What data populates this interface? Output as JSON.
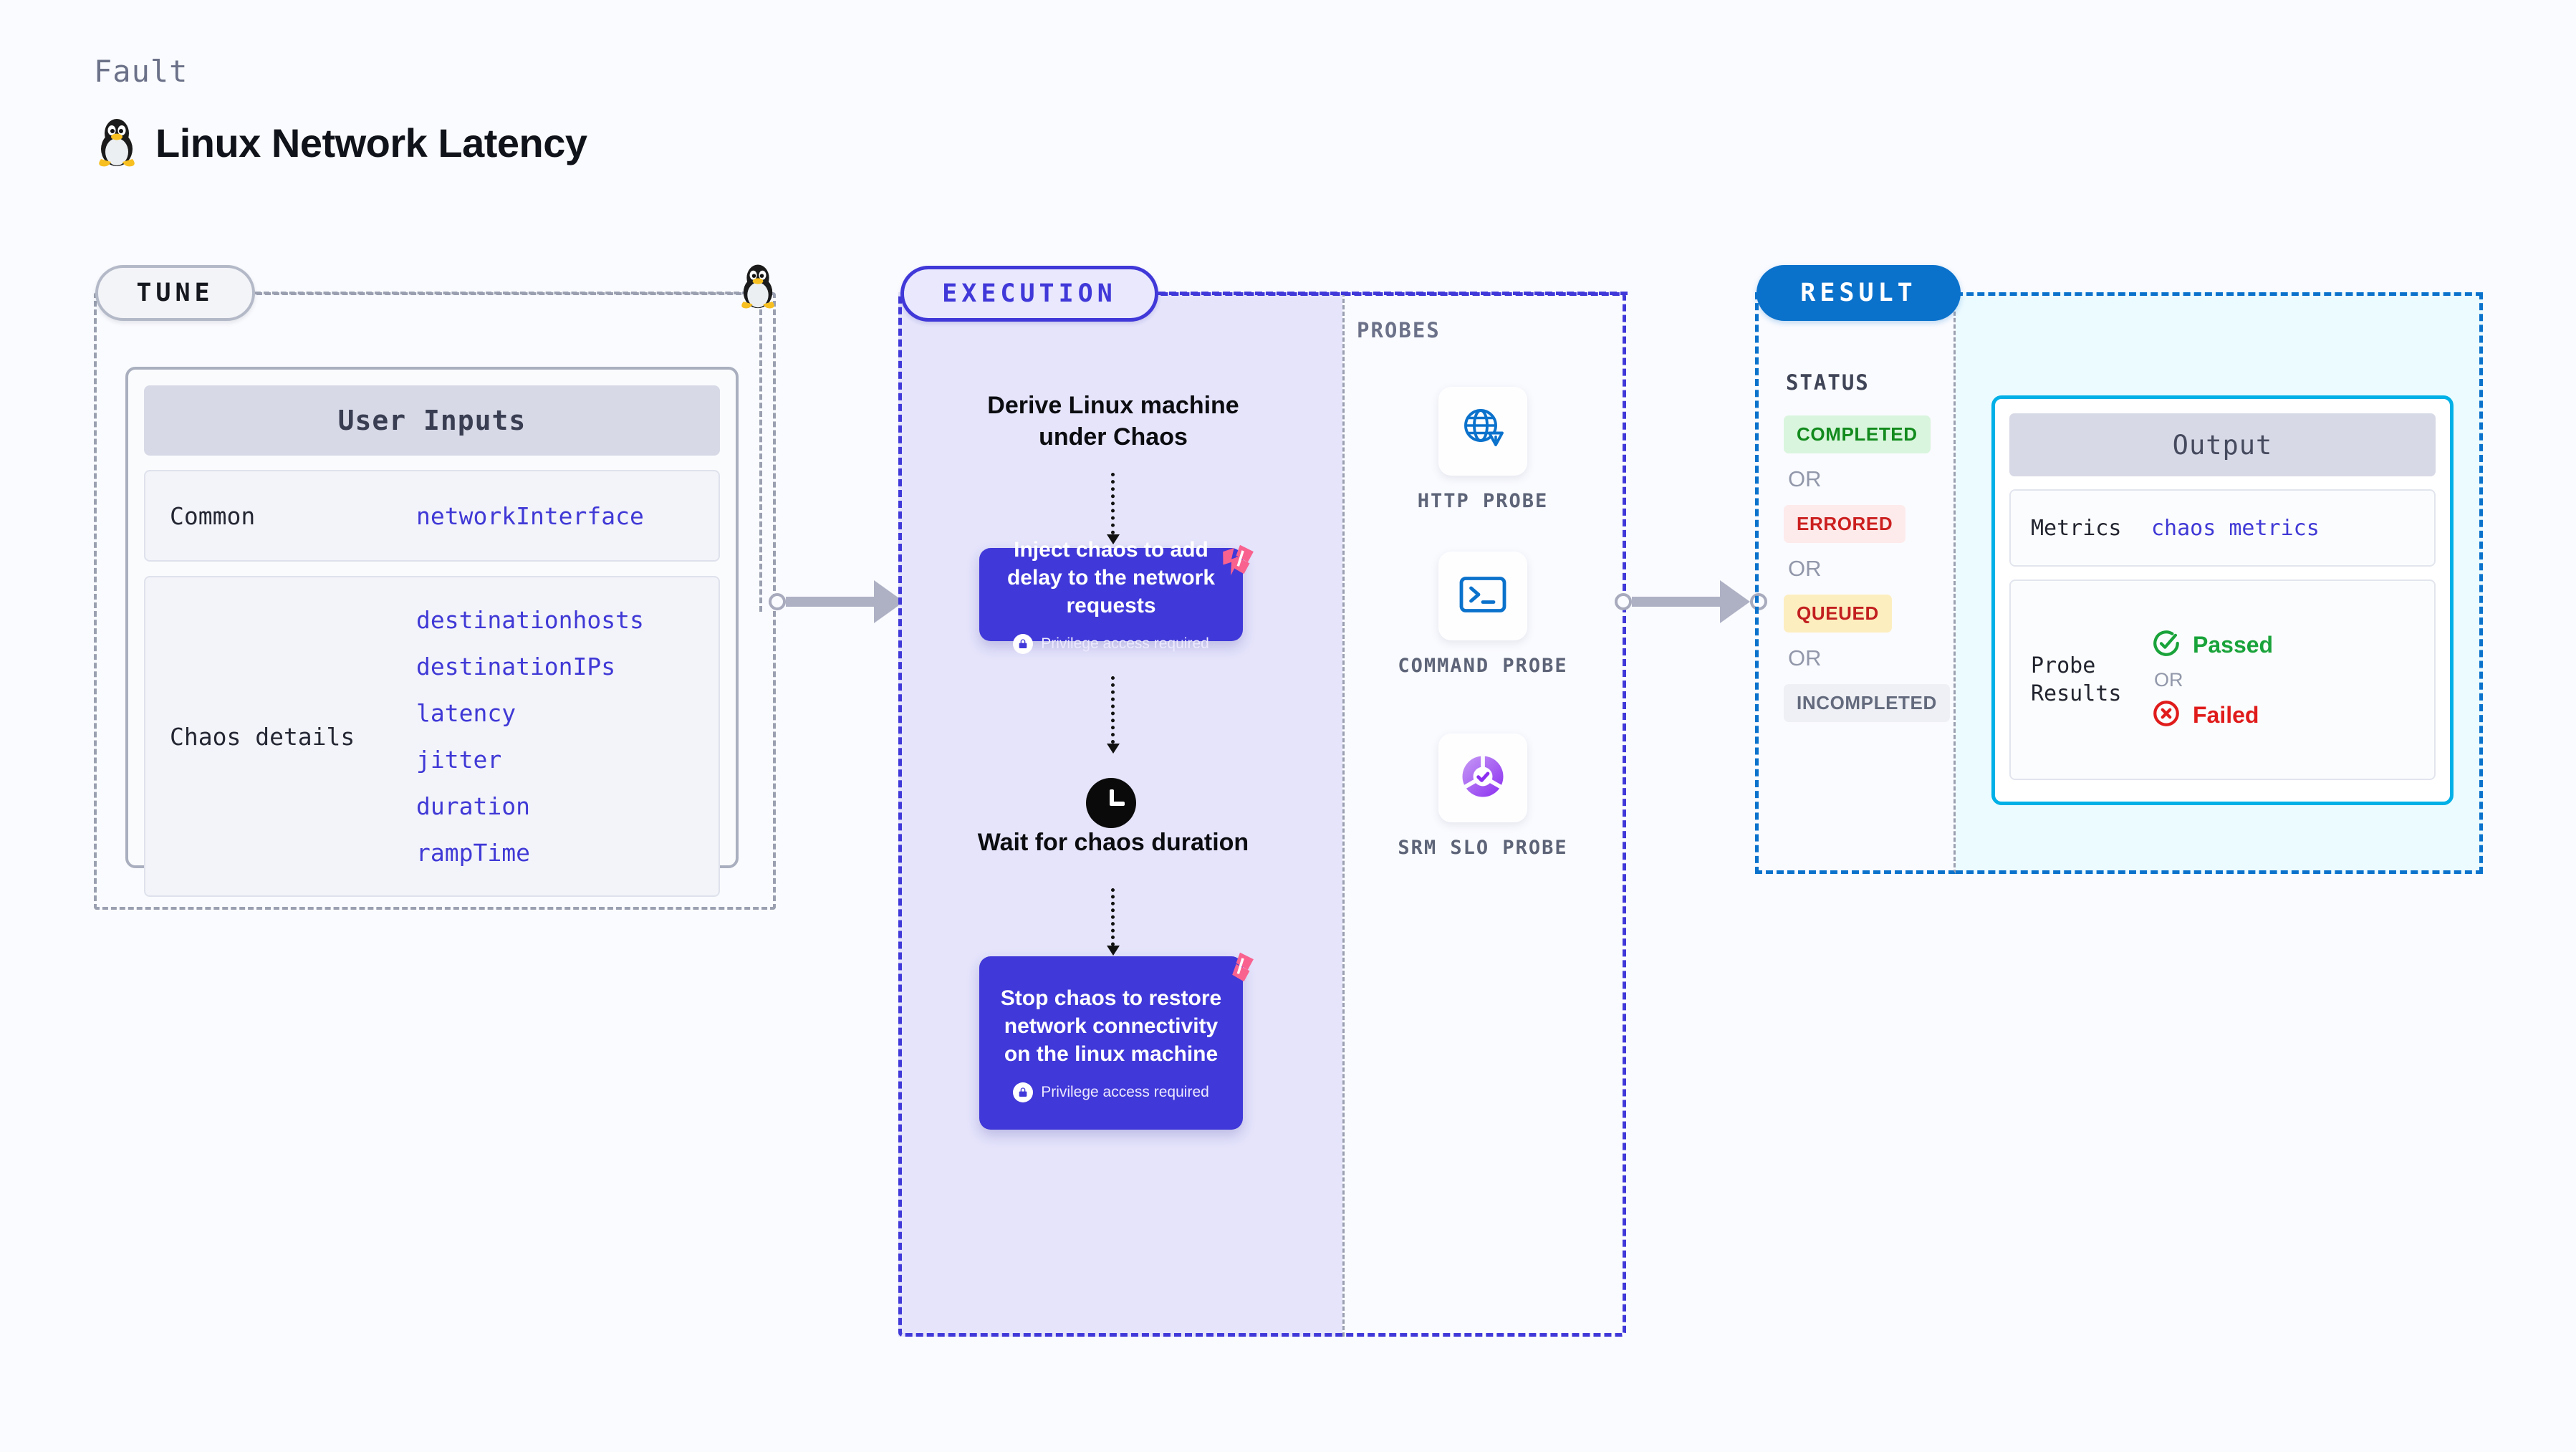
{
  "header": {
    "kicker": "Fault",
    "title": "Linux Network Latency",
    "icon": "linux-penguin-icon"
  },
  "tune": {
    "pill_label": "TUNE",
    "penguin_icon": "linux-penguin-icon",
    "inputs_title": "User Inputs",
    "rows": [
      {
        "label": "Common",
        "values": [
          "networkInterface"
        ]
      },
      {
        "label": "Chaos details",
        "values": [
          "destinationhosts",
          "destinationIPs",
          "latency",
          "jitter",
          "duration",
          "rampTime"
        ]
      }
    ]
  },
  "execution": {
    "pill_label": "EXECUTION",
    "step_1_title": "Derive Linux machine under Chaos",
    "step_2_title": "Wait for chaos duration",
    "clock_icon": "clock-icon",
    "cards": [
      {
        "text": "Inject chaos to add delay to the network requests",
        "privilege": "Privilege access required",
        "lock_icon": "lock-icon",
        "badge_icon": "harness-badge-icon"
      },
      {
        "text": "Stop chaos to restore network connectivity on the linux machine",
        "privilege": "Privilege access required",
        "lock_icon": "lock-icon",
        "badge_icon": "harness-badge-icon"
      }
    ]
  },
  "probes": {
    "section_label": "PROBES",
    "items": [
      {
        "name": "HTTP PROBE",
        "icon": "globe-warning-icon"
      },
      {
        "name": "COMMAND PROBE",
        "icon": "terminal-icon"
      },
      {
        "name": "SRM SLO PROBE",
        "icon": "slo-check-icon"
      }
    ]
  },
  "result": {
    "pill_label": "RESULT",
    "status_label": "STATUS",
    "or_label": "OR",
    "statuses": [
      {
        "label": "COMPLETED",
        "bg": "#d9f5dd",
        "fg": "#128a1d"
      },
      {
        "label": "ERRORED",
        "bg": "#fdeaea",
        "fg": "#cc1f1f"
      },
      {
        "label": "QUEUED",
        "bg": "#fdeec0",
        "fg": "#c21f1f"
      },
      {
        "label": "INCOMPLETED",
        "bg": "#eef0f5",
        "fg": "#636a7d"
      }
    ],
    "output": {
      "title": "Output",
      "metrics_label": "Metrics",
      "metrics_value": "chaos metrics",
      "probe_results_label": "Probe Results",
      "passed_label": "Passed",
      "passed_icon": "check-circle-icon",
      "failed_label": "Failed",
      "failed_icon": "x-circle-icon",
      "or_label": "OR",
      "passed_color": "#19a33a",
      "failed_color": "#e01b1b"
    }
  },
  "colors": {
    "background": "#fafbff",
    "indigo": "#4038d8",
    "blue": "#0b72cc",
    "cyan": "#00b0e6",
    "pink": "#f9628f",
    "gray_dash": "#9aa0b0"
  }
}
